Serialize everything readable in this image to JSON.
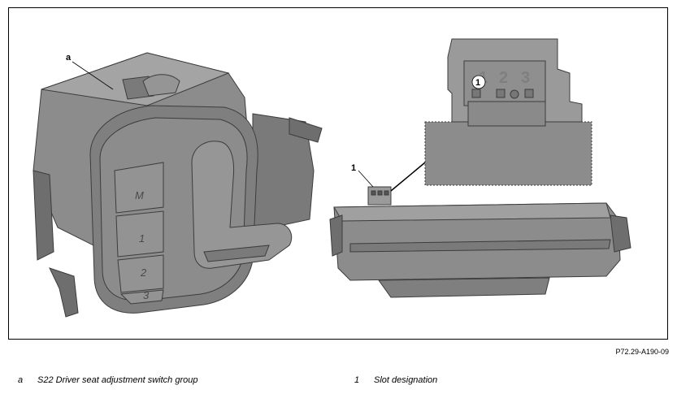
{
  "callouts": {
    "a": "a",
    "1": "1"
  },
  "switch_labels": [
    "M",
    "1",
    "2",
    "3"
  ],
  "slot_numbers": [
    "1",
    "2",
    "3"
  ],
  "figure_code": "P72.29-A190-09",
  "legend": [
    {
      "key": "a",
      "text": "S22 Driver seat adjustment switch group"
    },
    {
      "key": "1",
      "text": "Slot designation"
    }
  ],
  "colors": {
    "part_fill": "#8c8c8c",
    "part_dark": "#6e6e6e",
    "part_light": "#a4a4a4",
    "outline": "#3c3c3c"
  }
}
